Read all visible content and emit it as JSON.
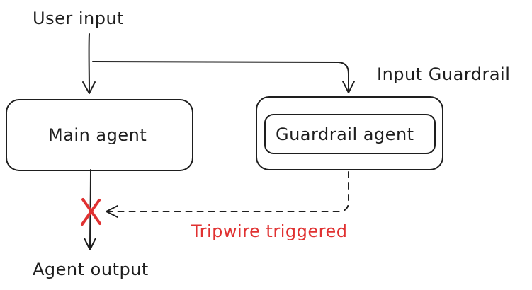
{
  "labels": {
    "user_input": "User input",
    "input_guardrail": "Input Guardrail",
    "main_agent": "Main agent",
    "guardrail_agent": "Guardrail agent",
    "tripwire": "Tripwire triggered",
    "agent_output": "Agent output"
  },
  "colors": {
    "stroke": "#1e1e1e",
    "tripwire": "#e03131",
    "background": "#ffffff"
  }
}
